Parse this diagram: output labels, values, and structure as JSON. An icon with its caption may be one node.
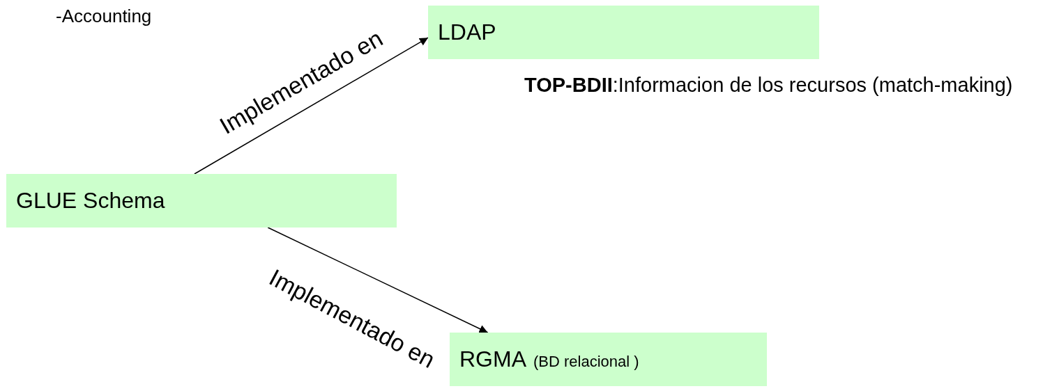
{
  "diagram": {
    "nodes": [
      {
        "text": [
          "LDAP"
        ]
      },
      {
        "text": [
          "GLUE Schema"
        ]
      },
      {
        "text": [
          "RGMA",
          "(BD relacional )"
        ]
      }
    ],
    "edges": [
      {
        "from": 1,
        "to": 0,
        "arrow": "to",
        "label": "Implementado en"
      },
      {
        "from": 1,
        "to": 2,
        "arrow": "to",
        "label": "Implementado en"
      }
    ],
    "labels": [
      "-Accounting",
      "**TOP-BDII**:Informacion de los recursos (match-making)"
    ]
  }
}
